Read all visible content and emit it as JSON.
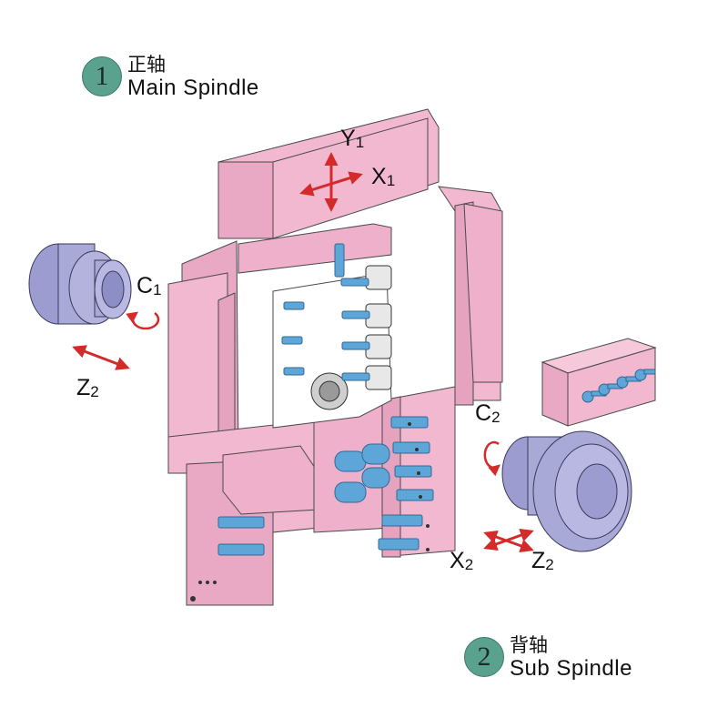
{
  "main_spindle": {
    "number": "1",
    "label_cn": "正轴",
    "label_en": "Main Spindle"
  },
  "sub_spindle": {
    "number": "2",
    "label_cn": "背轴",
    "label_en": "Sub Spindle"
  },
  "axes": {
    "y1": {
      "letter": "Y",
      "index": "1"
    },
    "x1": {
      "letter": "X",
      "index": "1"
    },
    "c1": {
      "letter": "C",
      "index": "1"
    },
    "z2_left": {
      "letter": "Z",
      "index": "2"
    },
    "c2": {
      "letter": "C",
      "index": "2"
    },
    "x2": {
      "letter": "X",
      "index": "2"
    },
    "z2_right": {
      "letter": "Z",
      "index": "2"
    }
  },
  "colors": {
    "machine_body": "#f2b8cf",
    "machine_shadow": "#e6a3bf",
    "outline": "#4a4a4a",
    "spindle": "#a9a9d8",
    "tool": "#5fa6d8",
    "arrow": "#d42a2a",
    "badge": "#5aa28e"
  }
}
